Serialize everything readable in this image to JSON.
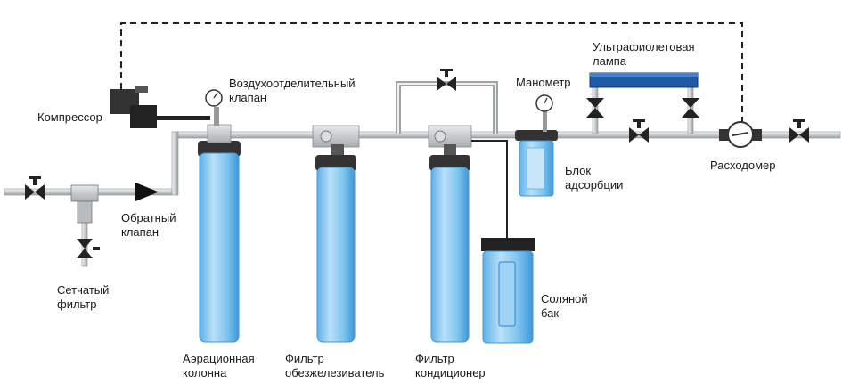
{
  "labels": {
    "compressor": "Компрессор",
    "air_valve_l1": "Воздухоотделительный",
    "air_valve_l2": "клапан",
    "manometer": "Манометр",
    "uv_lamp_l1": "Ультрафиолетовая",
    "uv_lamp_l2": "лампа",
    "adsorption_l1": "Блок",
    "adsorption_l2": "адсорбции",
    "flowmeter": "Расходомер",
    "check_valve_l1": "Обратный",
    "check_valve_l2": "клапан",
    "mesh_filter_l1": "Сетчатый",
    "mesh_filter_l2": "фильтр",
    "salt_tank_l1": "Соляной",
    "salt_tank_l2": "бак",
    "aeration_l1": "Аэрационная",
    "aeration_l2": "колонна",
    "iron_filter_l1": "Фильтр",
    "iron_filter_l2": "обезжелезиватель",
    "conditioner_l1": "Фильтр",
    "conditioner_l2": "кондиционер"
  },
  "colors": {
    "pipe": "#cfd3d6",
    "pipe_edge": "#8d9295",
    "tank_light": "#cfe7f7",
    "tank_mid": "#7fc4ef",
    "tank_dark": "#3d98d8",
    "uv_lamp": "#1e5aa8",
    "dark": "#222222"
  }
}
